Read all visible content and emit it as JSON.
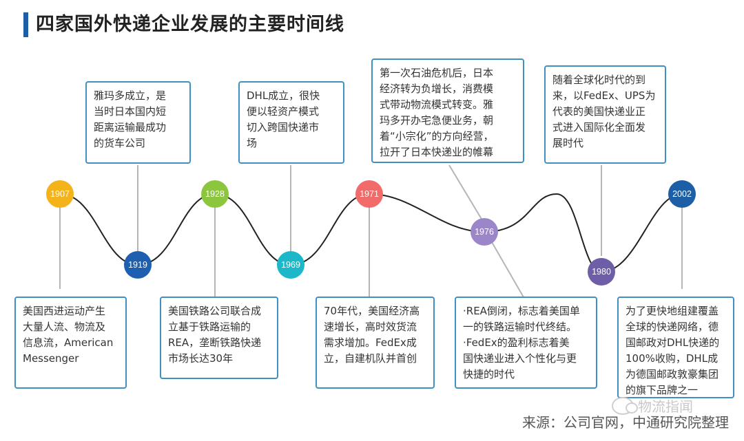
{
  "title": "四家国外快递企业发展的主要时间线",
  "colors": {
    "accent": "#1d5fa6",
    "box_border": "#3d8fc4",
    "node_yellow": "#f4b21b",
    "node_blue": "#1f5fb0",
    "node_green": "#8cc63f",
    "node_teal": "#1cb8c9",
    "node_red": "#f26b6b",
    "node_purple": "#9b86c9",
    "node_dark_purple": "#6e5ea8",
    "node_navy": "#1d5fa6"
  },
  "nodes": [
    {
      "year": "1907",
      "color": "#f4b21b"
    },
    {
      "year": "1919",
      "color": "#1f5fb0"
    },
    {
      "year": "1928",
      "color": "#8cc63f"
    },
    {
      "year": "1969",
      "color": "#1cb8c9"
    },
    {
      "year": "1971",
      "color": "#f26b6b"
    },
    {
      "year": "1976",
      "color": "#9b86c9"
    },
    {
      "year": "1980",
      "color": "#6e5ea8"
    },
    {
      "year": "2002",
      "color": "#1d5fa6"
    }
  ],
  "boxes": {
    "b1907": "美国西进运动产生\n大量人流、物流及\n信息流，American\nMessenger",
    "b1919": "雅玛多成立，是\n当时日本国内短\n距离运输最成功\n的货车公司",
    "b1928": "美国铁路公司联合成\n立基于铁路运输的\nREA，垄断铁路快递\n市场长达30年",
    "b1969": "DHL成立，很快\n便以轻资产模式\n切入跨国快递市\n场",
    "b1971": "70年代，美国经济高\n速增长，高时效货流\n需求增加。FedEx成\n立，自建机队并首创",
    "b1976a": "第一次石油危机后，日本\n经济转为负增长，消费模\n式带动物流模式转变。雅\n玛多开办宅急便业务，朝\n着“小宗化”的方向经营，\n拉开了日本快递业的帷幕",
    "b1976b": "·REA倒闭，标志着美国单\n一的铁路运输时代终结。\n ·FedEx的盈利标志着美\n国快递业进入个性化与更\n快捷的时代",
    "b1980": "随着全球化时代的到\n来，以FedEx、UPS为\n代表的美国快递业正\n式进入国际化全面发\n展时代",
    "b2002": "为了更快地组建覆盖\n全球的快递网络，德\n国邮政对DHL快递的\n100%收购，DHL成\n为德国邮政敦豪集团\n的旗下品牌之一"
  },
  "source": "来源：公司官网，中通研究院整理",
  "watermark": "物流指闻",
  "icons": {
    "watermark": "wechat-icon"
  }
}
